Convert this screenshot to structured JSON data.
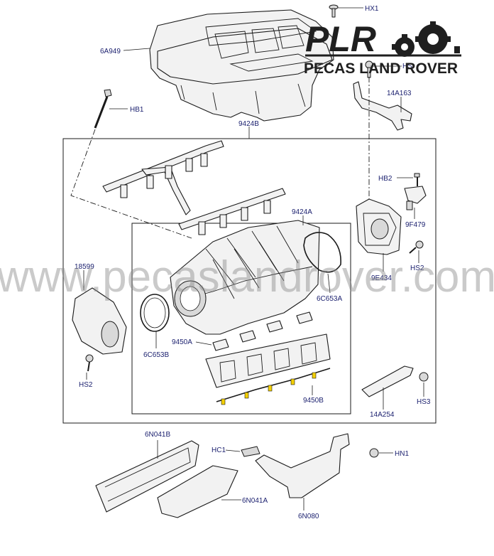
{
  "logo": {
    "brand": "PLR",
    "subtitle": "PECAS LAND ROVER"
  },
  "watermark": "www.pecaslandrover.com",
  "labels": {
    "hx1": "HX1",
    "a6a949": "6A949",
    "hs_top": "HS",
    "a14a163": "14A163",
    "hb1": "HB1",
    "a9424b": "9424B",
    "hb2": "HB2",
    "a9424a": "9424A",
    "a9f479": "9F479",
    "a18599": "18599",
    "hs2_right": "HS2",
    "a9e434": "9E434",
    "a6c653a": "6C653A",
    "a9450a": "9450A",
    "a6c653b": "6C653B",
    "hs2_left": "HS2",
    "hs3": "HS3",
    "a9450b": "9450B",
    "a14a254": "14A254",
    "a6n041b": "6N041B",
    "hc1": "HC1",
    "hn1": "HN1",
    "a6n041a": "6N041A",
    "a6n080": "6N080"
  }
}
